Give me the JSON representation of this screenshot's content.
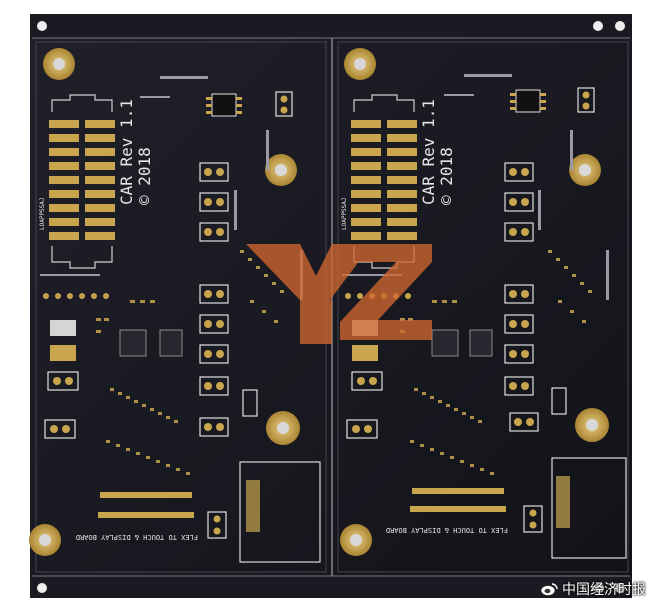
{
  "photo": {
    "subject": "twin-panel printed circuit board",
    "board_color": "#17171f",
    "gold_color": "#c9a54d",
    "silk_color": "#e6e6e6",
    "logo_color": "#d0662f"
  },
  "board_left": {
    "rev_label": "CAR Rev 1.1",
    "year_label": "© 2018",
    "flex_label": "FLEX TO TOUCH & DISPLAY BOARD",
    "fpc_label": "LOAPPSSAJ"
  },
  "board_right": {
    "rev_label": "CAR Rev 1.1",
    "year_label": "© 2018",
    "flex_label": "FLEX TO TOUCH & DISPLAY BOARD",
    "fpc_label": "LOAPPSSAJ"
  },
  "watermark": {
    "text": "中国经济时报",
    "icon": "weibo-icon"
  }
}
